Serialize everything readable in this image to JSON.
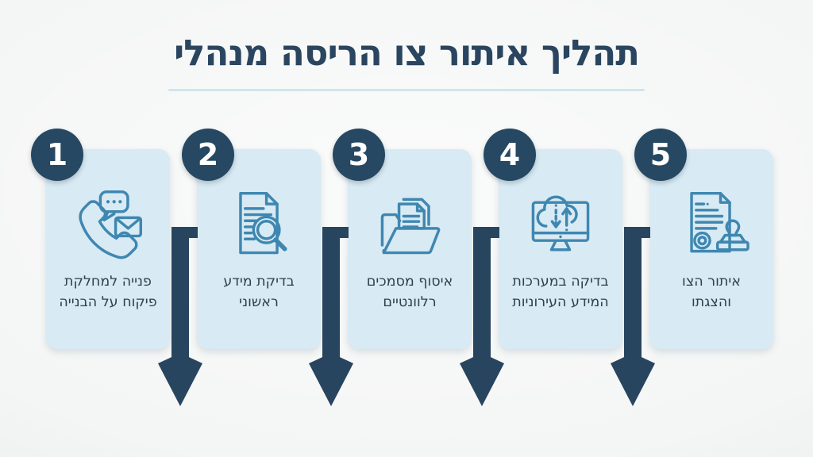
{
  "title": {
    "text": "תהליך איתור צו הריסה מנהלי"
  },
  "steps": [
    {
      "number": "1",
      "label_line1": "פנייה למחלקת",
      "label_line2": "פיקוח על הבנייה",
      "icon": "phone-contact-icon"
    },
    {
      "number": "2",
      "label_line1": "בדיקת מידע",
      "label_line2": "ראשוני",
      "icon": "document-search-icon"
    },
    {
      "number": "3",
      "label_line1": "איסוף מסמכים",
      "label_line2": "רלוונטיים",
      "icon": "folder-documents-icon"
    },
    {
      "number": "4",
      "label_line1": "בדיקה במערכות",
      "label_line2": "המידע העירוניות",
      "icon": "monitor-cloud-sync-icon"
    },
    {
      "number": "5",
      "label_line1": "איתור הצו",
      "label_line2": "והצגתו",
      "icon": "document-stamp-icon"
    }
  ],
  "colors": {
    "background": "#f4f6f5",
    "card_background": "#d8eaf3",
    "navy_accent": "#28455f",
    "badge": "#264862",
    "icon_stroke": "#3f87b1",
    "title_text": "#2a455f",
    "card_text": "#30404f",
    "title_underline": "#cfe5ed"
  }
}
